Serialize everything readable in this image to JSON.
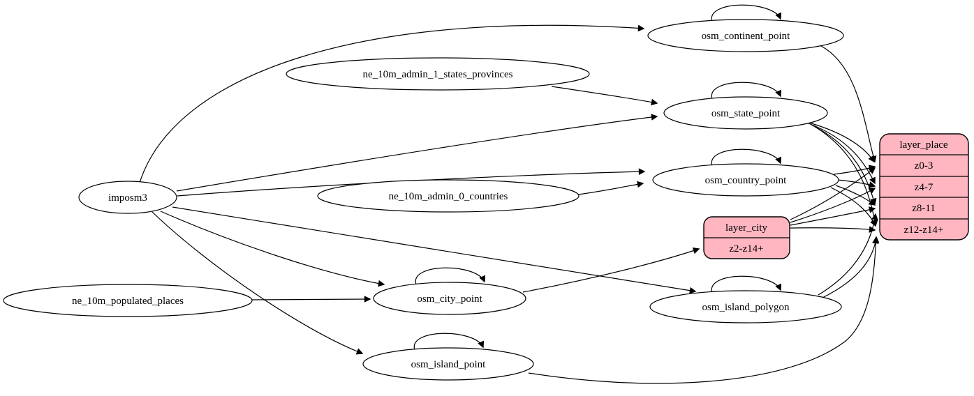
{
  "diagram": {
    "type": "etl-graph",
    "background_color": "#ffffff",
    "node_fill_color": "#ffffff",
    "node_stroke_color": "#000000",
    "edge_color": "#000000",
    "layer_fill_color": "#ffb6c1"
  },
  "nodes": {
    "imposm3": {
      "label": "imposm3",
      "shape": "ellipse"
    },
    "ne_10m_admin_1_states_provinces": {
      "label": "ne_10m_admin_1_states_provinces",
      "shape": "ellipse"
    },
    "ne_10m_admin_0_countries": {
      "label": "ne_10m_admin_0_countries",
      "shape": "ellipse"
    },
    "ne_10m_populated_places": {
      "label": "ne_10m_populated_places",
      "shape": "ellipse"
    },
    "osm_continent_point": {
      "label": "osm_continent_point",
      "shape": "ellipse",
      "self_loop": true
    },
    "osm_state_point": {
      "label": "osm_state_point",
      "shape": "ellipse",
      "self_loop": true
    },
    "osm_country_point": {
      "label": "osm_country_point",
      "shape": "ellipse",
      "self_loop": true
    },
    "osm_city_point": {
      "label": "osm_city_point",
      "shape": "ellipse",
      "self_loop": true
    },
    "osm_island_polygon": {
      "label": "osm_island_polygon",
      "shape": "ellipse",
      "self_loop": true
    },
    "osm_island_point": {
      "label": "osm_island_point",
      "shape": "ellipse",
      "self_loop": true
    }
  },
  "layers": {
    "layer_city": {
      "title": "layer_city",
      "rows": [
        "z2-z14+"
      ],
      "fill": "#ffb6c1"
    },
    "layer_place": {
      "title": "layer_place",
      "rows": [
        "z0-3",
        "z4-7",
        "z8-11",
        "z12-z14+"
      ],
      "fill": "#ffb6c1"
    }
  },
  "edges": [
    {
      "from": "imposm3",
      "to": "osm_continent_point"
    },
    {
      "from": "imposm3",
      "to": "osm_state_point"
    },
    {
      "from": "imposm3",
      "to": "osm_country_point"
    },
    {
      "from": "imposm3",
      "to": "osm_city_point"
    },
    {
      "from": "imposm3",
      "to": "osm_island_polygon"
    },
    {
      "from": "imposm3",
      "to": "osm_island_point"
    },
    {
      "from": "ne_10m_admin_1_states_provinces",
      "to": "osm_state_point"
    },
    {
      "from": "ne_10m_admin_0_countries",
      "to": "osm_country_point"
    },
    {
      "from": "ne_10m_populated_places",
      "to": "osm_city_point"
    },
    {
      "from": "osm_continent_point",
      "to": "osm_continent_point"
    },
    {
      "from": "osm_state_point",
      "to": "osm_state_point"
    },
    {
      "from": "osm_country_point",
      "to": "osm_country_point"
    },
    {
      "from": "osm_city_point",
      "to": "osm_city_point"
    },
    {
      "from": "osm_island_polygon",
      "to": "osm_island_polygon"
    },
    {
      "from": "osm_island_point",
      "to": "osm_island_point"
    },
    {
      "from": "osm_city_point",
      "to": "layer_city",
      "port": "z2-z14+"
    },
    {
      "from": "osm_continent_point",
      "to": "layer_place",
      "port": "z0-3"
    },
    {
      "from": "osm_state_point",
      "to": "layer_place",
      "port": "z0-3"
    },
    {
      "from": "osm_state_point",
      "to": "layer_place",
      "port": "z4-7"
    },
    {
      "from": "osm_state_point",
      "to": "layer_place",
      "port": "z8-11"
    },
    {
      "from": "osm_state_point",
      "to": "layer_place",
      "port": "z12-z14+"
    },
    {
      "from": "osm_country_point",
      "to": "layer_place",
      "port": "z0-3"
    },
    {
      "from": "osm_country_point",
      "to": "layer_place",
      "port": "z4-7"
    },
    {
      "from": "osm_country_point",
      "to": "layer_place",
      "port": "z8-11"
    },
    {
      "from": "osm_country_point",
      "to": "layer_place",
      "port": "z12-z14+"
    },
    {
      "from": "layer_city",
      "to": "layer_place",
      "port": "z0-3"
    },
    {
      "from": "layer_city",
      "to": "layer_place",
      "port": "z4-7"
    },
    {
      "from": "layer_city",
      "to": "layer_place",
      "port": "z8-11"
    },
    {
      "from": "layer_city",
      "to": "layer_place",
      "port": "z12-z14+"
    },
    {
      "from": "osm_island_polygon",
      "to": "layer_place",
      "port": "z8-11"
    },
    {
      "from": "osm_island_polygon",
      "to": "layer_place",
      "port": "z12-z14+"
    },
    {
      "from": "osm_island_point",
      "to": "layer_place",
      "port": "z12-z14+"
    }
  ]
}
